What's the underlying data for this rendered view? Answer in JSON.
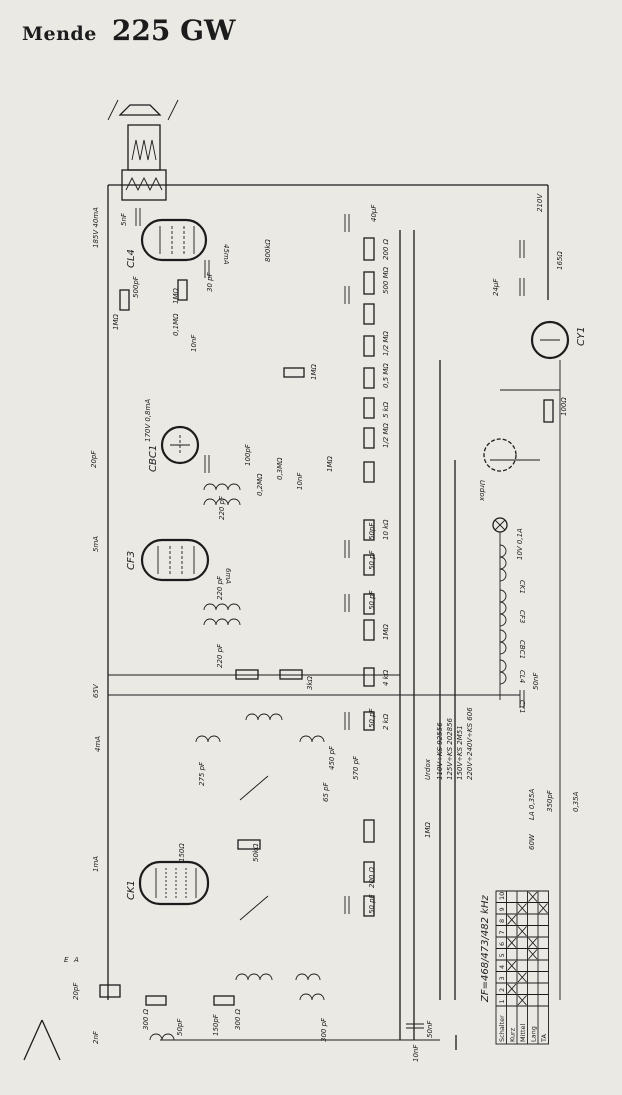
{
  "header": {
    "brand": "Mende",
    "model": "225 GW"
  },
  "tubes": [
    "CL4",
    "CBC1",
    "CF3",
    "CK1",
    "CY1"
  ],
  "tube_currents": [
    "45mA",
    "6mA",
    "4mA"
  ],
  "components": {
    "resistors": [
      "800kΩ",
      "200 Ω",
      "500 MΩ",
      "1MΩ",
      "1MΩ",
      "0,1MΩ",
      "1/2 MΩ",
      "1MΩ",
      "0,5 MΩ",
      "5 kΩ",
      "1/2 MΩ",
      "1MΩ",
      "0,2MΩ",
      "0,3MΩ",
      "10 kΩ",
      "3kΩ",
      "1MΩ",
      "4 kΩ",
      "2 kΩ",
      "50kΩ",
      "150Ω",
      "200 Ω",
      "1MΩ",
      "300 Ω",
      "300 Ω",
      "100Ω",
      "165Ω"
    ],
    "capacitors": [
      "5nF",
      "40μF",
      "30 pF",
      "500pF",
      "10nF",
      "24μF",
      "10nF",
      "20pF",
      "100pF",
      "50pF",
      "220 pF",
      "50 pF",
      "50 pF",
      "220 pF",
      "220 pF",
      "50nF",
      "50 pF",
      "450 pF",
      "570 pF",
      "65 pF",
      "275 pF",
      "50 pF",
      "20pF",
      "2nF",
      "50pF",
      "150pF",
      "300 pF",
      "10nF",
      "50nF",
      "350pF"
    ]
  },
  "voltages": [
    "185V 40mA",
    "210V",
    "170V 0,8mA",
    "5mA",
    "65V",
    "1mA"
  ],
  "fuses": [
    "LA 0,35A",
    "0,35A"
  ],
  "lamps": [
    "60W",
    "10V 0,1A"
  ],
  "rectifier_label": "Urdox",
  "heater_chain": [
    "CK1",
    "CF3",
    "CBC1",
    "CL4",
    "CY1"
  ],
  "supply_table": {
    "title": "Urdox",
    "rows": [
      "110V÷KS 92556",
      "125V÷KS 202856",
      "150V÷KS 2M51",
      "220V÷240V÷KS 606"
    ]
  },
  "if_note": "ZF=468/473/482 kHz",
  "antenna_labels": [
    "A",
    "E"
  ],
  "switch_table": {
    "header": [
      "Schalter",
      "1",
      "2",
      "3",
      "4",
      "5",
      "6",
      "7",
      "8",
      "9",
      "10"
    ],
    "rows": [
      "Kurz",
      "Mittel",
      "Lang",
      "TA"
    ],
    "closed": [
      [
        0,
        1,
        0,
        1,
        0,
        1,
        0,
        1,
        0,
        0
      ],
      [
        1,
        0,
        1,
        0,
        0,
        0,
        1,
        0,
        1,
        0
      ],
      [
        0,
        0,
        0,
        0,
        1,
        1,
        0,
        0,
        0,
        1
      ],
      [
        0,
        0,
        0,
        0,
        0,
        0,
        0,
        0,
        1,
        0
      ]
    ]
  }
}
